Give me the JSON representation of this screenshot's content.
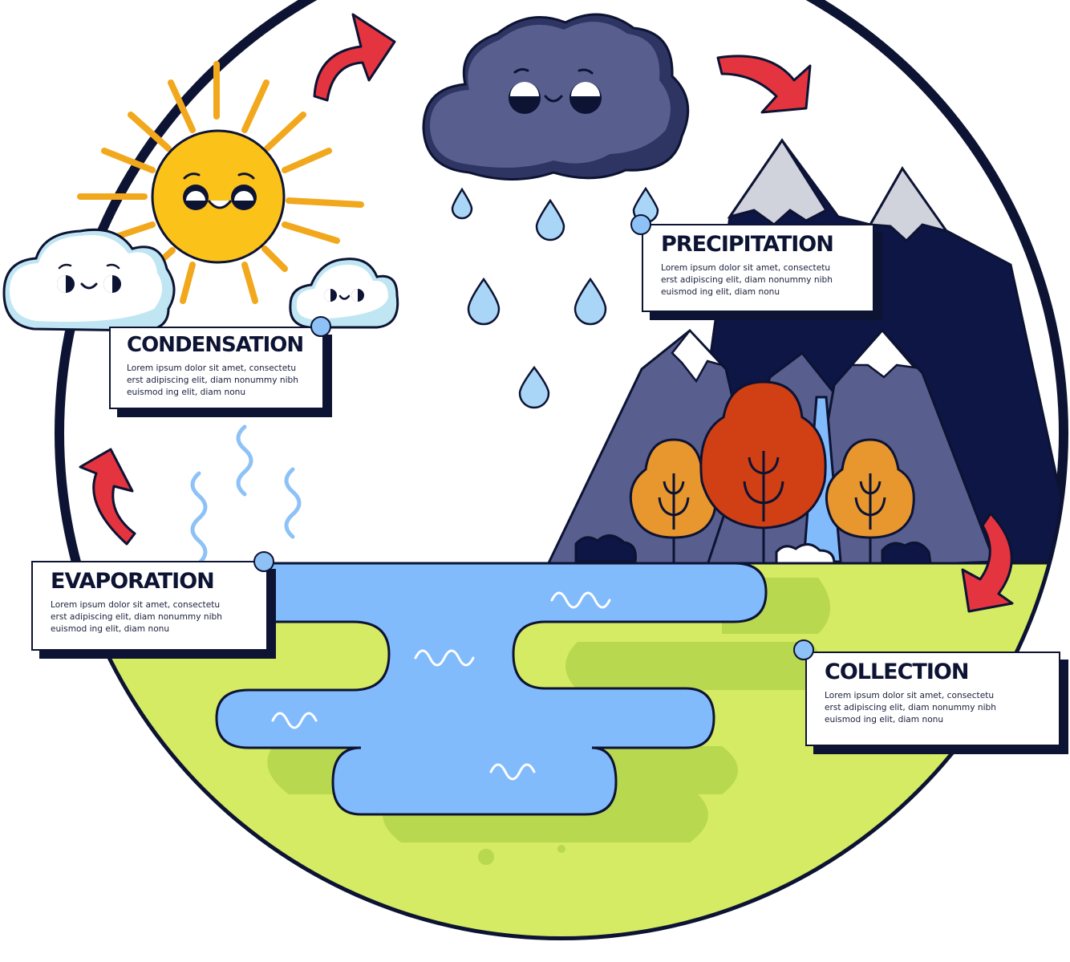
{
  "colors": {
    "outline": "#0d1333",
    "sun": "#fbc219",
    "rays": "#f2a81c",
    "arrow": "#e3343f",
    "water": "#82bbfc",
    "grass": "#d4eb63",
    "grass_dark": "#b8d84f",
    "mountain": "#585f8f",
    "mountain_far": "#0d1644",
    "snow": "#d0d2dc",
    "storm_cloud": "#585f8f",
    "rain": "#a9d5f7",
    "tree_orange": "#e8962e",
    "tree_red": "#d13f14",
    "cloud_shade": "#bfe6f2",
    "steam": "#8ec2f7"
  },
  "stages": {
    "condensation": {
      "title": "CONDENSATION",
      "lines": [
        "Lorem ipsum dolor sit amet, consectetu",
        "erst adipiscing elit, diam nonummy nibh",
        "euismod ing elit, diam nonu"
      ]
    },
    "precipitation": {
      "title": "PRECIPITATION",
      "lines": [
        "Lorem ipsum dolor sit amet, consectetu",
        "erst adipiscing elit, diam nonummy nibh",
        "euismod ing elit, diam nonu"
      ]
    },
    "evaporation": {
      "title": "EVAPORATION",
      "lines": [
        "Lorem ipsum dolor sit amet, consectetu",
        "erst adipiscing elit, diam nonummy nibh",
        "euismod ing elit, diam nonu"
      ]
    },
    "collection": {
      "title": "COLLECTION",
      "lines": [
        "Lorem ipsum dolor sit amet, consectetu",
        "erst adipiscing elit, diam nonummy nibh",
        "euismod ing elit, diam nonu"
      ]
    }
  },
  "icons": [
    "sun-icon",
    "cloud-icon",
    "storm-cloud-icon",
    "raindrop-icon",
    "mountain-icon",
    "tree-icon",
    "lake-icon",
    "steam-icon",
    "arrow-icon"
  ]
}
